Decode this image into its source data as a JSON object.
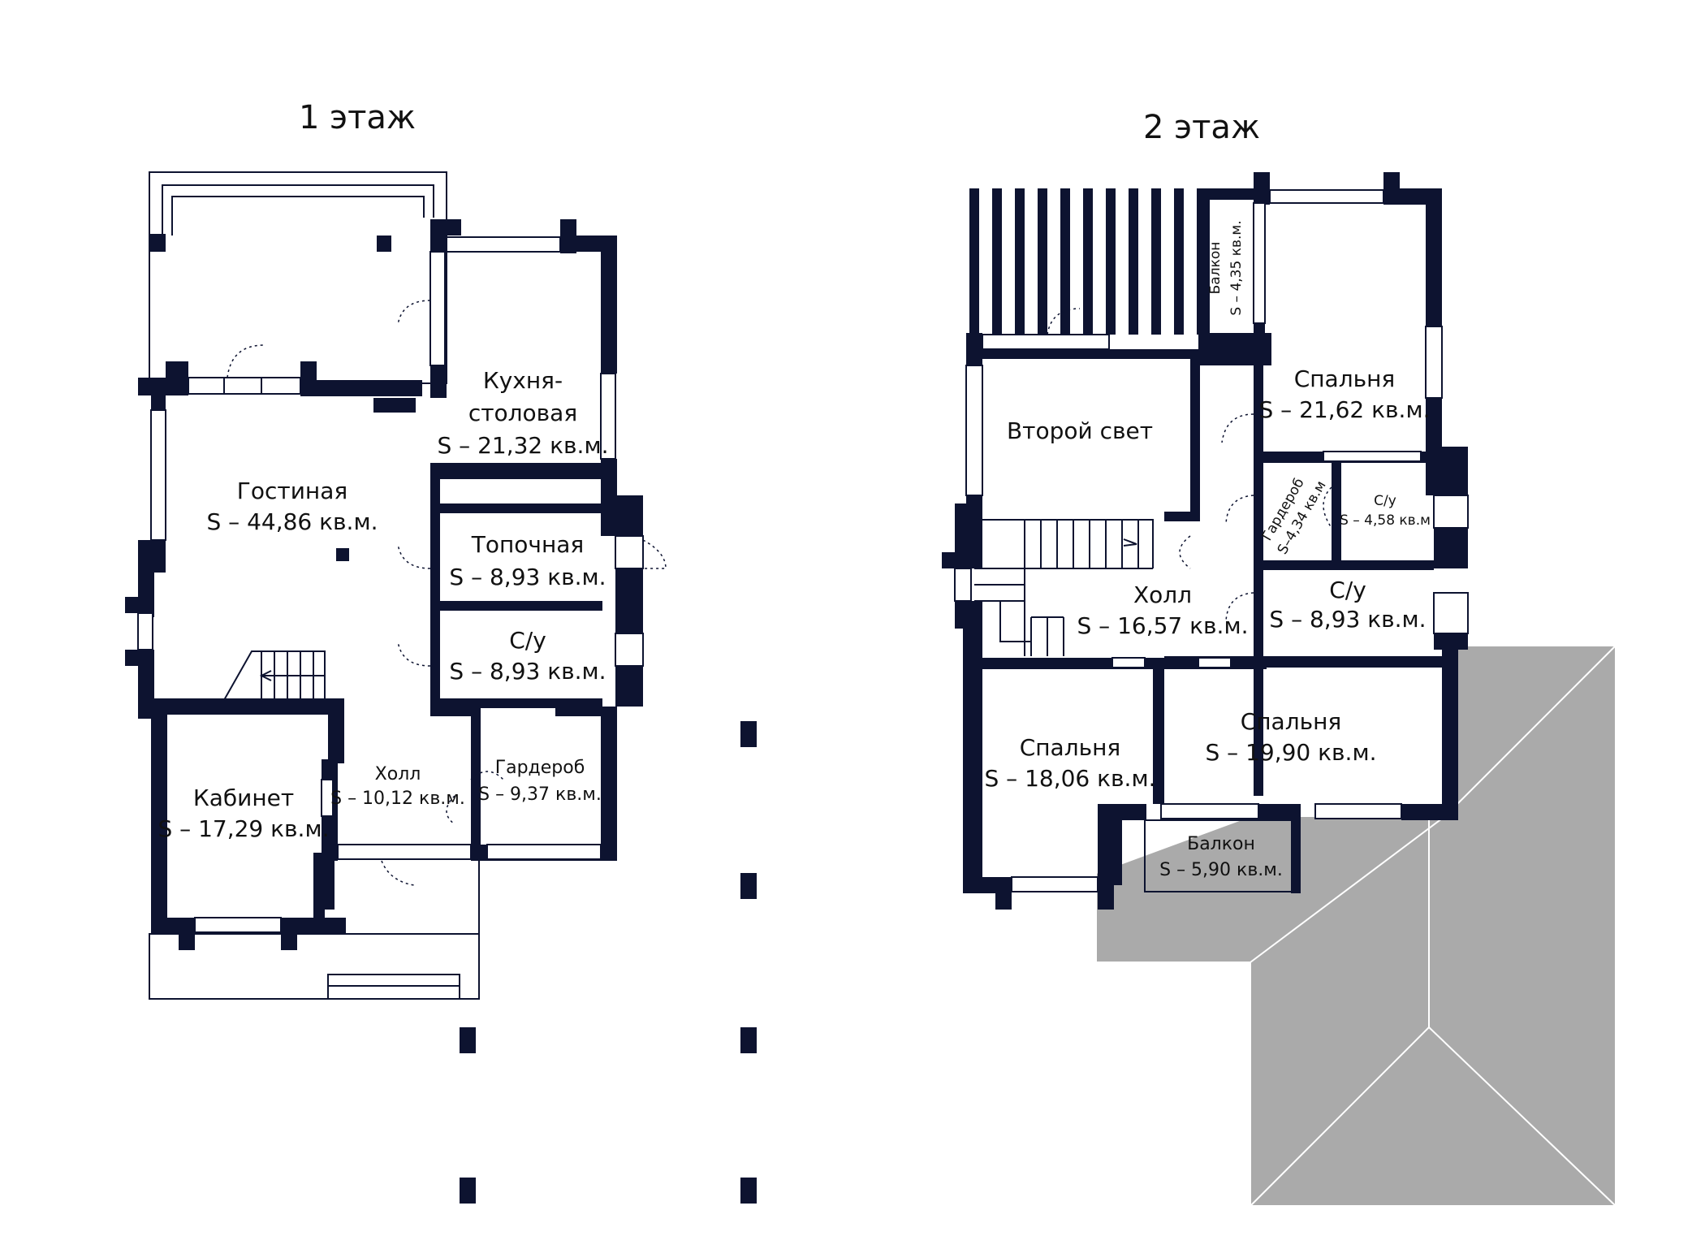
{
  "floor1": {
    "title": "1 этаж",
    "rooms": {
      "living": {
        "name": "Гостиная",
        "area": "S – 44,86 кв.м."
      },
      "kitchen": {
        "name1": "Кухня-",
        "name2": "столовая",
        "area": "S – 21,32 кв.м."
      },
      "boiler": {
        "name": "Топочная",
        "area": "S – 8,93 кв.м."
      },
      "wc": {
        "name": "С/у",
        "area": "S – 8,93 кв.м."
      },
      "hall": {
        "name": "Холл",
        "area": "S – 10,12 кв.м."
      },
      "wardrobe": {
        "name": "Гардероб",
        "area": "S – 9,37 кв.м."
      },
      "office": {
        "name": "Кабинет",
        "area": "S – 17,29 кв.м."
      }
    }
  },
  "floor2": {
    "title": "2 этаж",
    "rooms": {
      "second_light": {
        "name": "Второй свет"
      },
      "balcony_top": {
        "name": "Балкон",
        "area": "S – 4,35 кв.м."
      },
      "bedroom1": {
        "name": "Спальня",
        "area": "S – 21,62 кв.м."
      },
      "wardrobe": {
        "name": "Гардероб",
        "area": "S–4,34 кв.м"
      },
      "wc_small": {
        "name": "С/у",
        "area": "S – 4,58 кв.м"
      },
      "hall": {
        "name": "Холл",
        "area": "S – 16,57 кв.м."
      },
      "wc": {
        "name": "С/у",
        "area": "S – 8,93 кв.м."
      },
      "bedroom2": {
        "name": "Спальня",
        "area": "S – 18,06 кв.м."
      },
      "bedroom3": {
        "name": "Спальня",
        "area": "S – 19,90 кв.м."
      },
      "balcony_bottom": {
        "name": "Балкон",
        "area": "S – 5,90 кв.м."
      }
    }
  }
}
